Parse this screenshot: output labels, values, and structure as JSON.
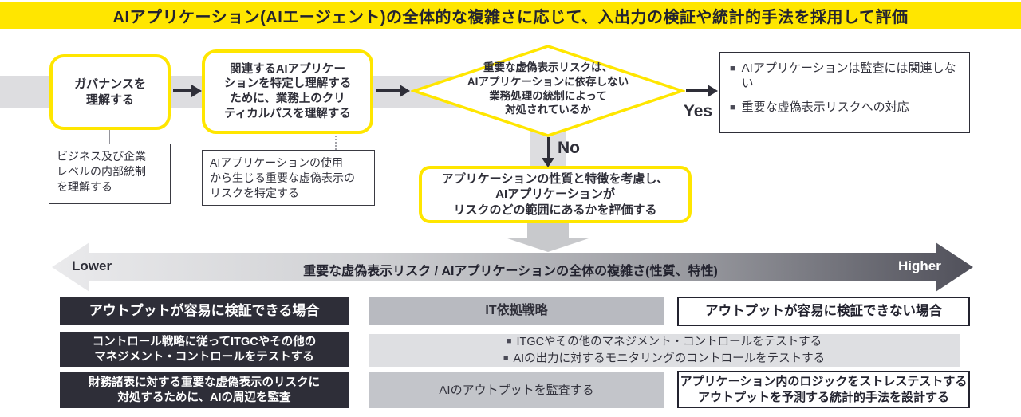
{
  "banner": {
    "title": "AIアプリケーション(AIエージェント)の全体的な複雑さに応じて、入出力の検証や統計的手法を採用して評価"
  },
  "flow": {
    "step1": "ガバナンスを\n理解する",
    "step1_note": "ビジネス及び企業\nレベルの内部統制\nを理解する",
    "step2": "関連するAIアプリケー\nションを特定し理解する\nために、業務上のクリ\nティカルパスを理解する",
    "step2_note": "AIアプリケーションの使用\nから生じる重要な虚偽表示の\nリスクを特定する",
    "decision": "重要な虚偽表示リスクは、\nAIアプリケーションに依存しない\n業務処理の統制によって\n対処されているか",
    "yes_label": "Yes",
    "no_label": "No",
    "yes_outcome_items": [
      "AIアプリケーションは監査には関連しない",
      "重要な虚偽表示リスクへの対応"
    ],
    "assess": "アプリケーションの性質と特徴を考慮し、\nAIアプリケーションが\nリスクのどの範囲にあるかを評価する"
  },
  "spectrum": {
    "left": "Lower",
    "right": "Higher",
    "label": "重要な虚偽表示リスク / AIアプリケーションの全体の複雑さ(性質、特性)"
  },
  "matrix": {
    "row1": {
      "left": "アウトプットが容易に検証できる場合",
      "center": "IT依拠戦略",
      "right": "アウトプットが容易に検証できない場合"
    },
    "row2": {
      "left": "コントロール戦略に従ってITGCやその他の\nマネジメント・コントロールをテストする",
      "center_items": [
        "ITGCやその他のマネジメント・コントロールをテストする",
        "AIの出力に対するモニタリングのコントロールをテストする"
      ]
    },
    "row3": {
      "left": "財務諸表に対する重要な虚偽表示のリスクに\n対処するために、AIの周辺を監査",
      "center": "AIのアウトプットを監査する",
      "right": "アプリケーション内のロジックをストレステストする\nアウトプットを予測する統計的手法を設計する"
    }
  },
  "icons": {
    "bullet_char": "■"
  },
  "colors": {
    "accent_yellow": "#FFE600",
    "dark_navy": "#2E2E38",
    "band_gray": "#DDDDE0",
    "cell_gray_dark": "#B8BAC0",
    "cell_gray_light": "#DEDFE2"
  }
}
